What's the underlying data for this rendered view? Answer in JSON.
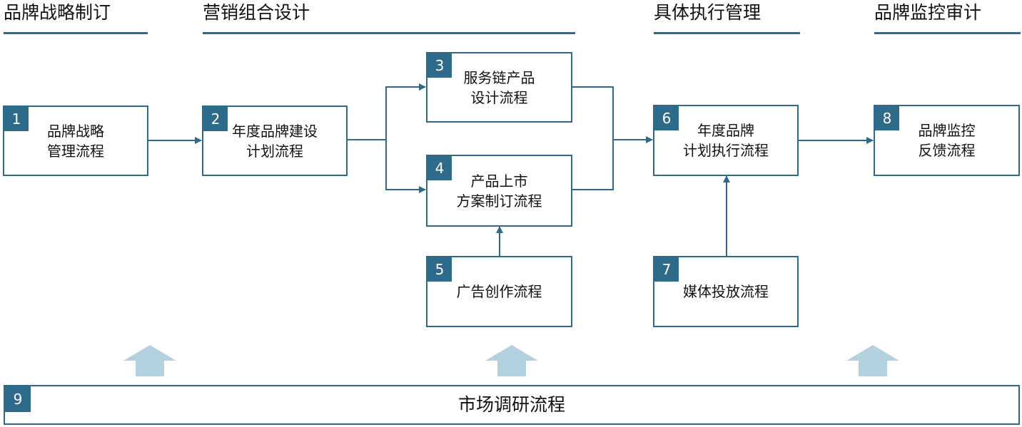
{
  "phases": [
    {
      "title": "品牌战略制订"
    },
    {
      "title": "营销组合设计"
    },
    {
      "title": "具体执行管理"
    },
    {
      "title": "品牌监控审计"
    }
  ],
  "processes": [
    {
      "num": "1",
      "line1": "品牌战略",
      "line2": "管理流程"
    },
    {
      "num": "2",
      "line1": "年度品牌建设",
      "line2": "计划流程"
    },
    {
      "num": "3",
      "line1": "服务链产品",
      "line2": "设计流程"
    },
    {
      "num": "4",
      "line1": "产品上市",
      "line2": "方案制订流程"
    },
    {
      "num": "5",
      "line1": "广告创作流程",
      "line2": ""
    },
    {
      "num": "6",
      "line1": "年度品牌",
      "line2": "计划执行流程"
    },
    {
      "num": "7",
      "line1": "媒体投放流程",
      "line2": ""
    },
    {
      "num": "8",
      "line1": "品牌监控",
      "line2": "反馈流程"
    },
    {
      "num": "9",
      "line1": "市场调研流程",
      "line2": ""
    }
  ],
  "colors": {
    "accent": "#2e6b8a",
    "support_arrow": "#b3d1de"
  }
}
